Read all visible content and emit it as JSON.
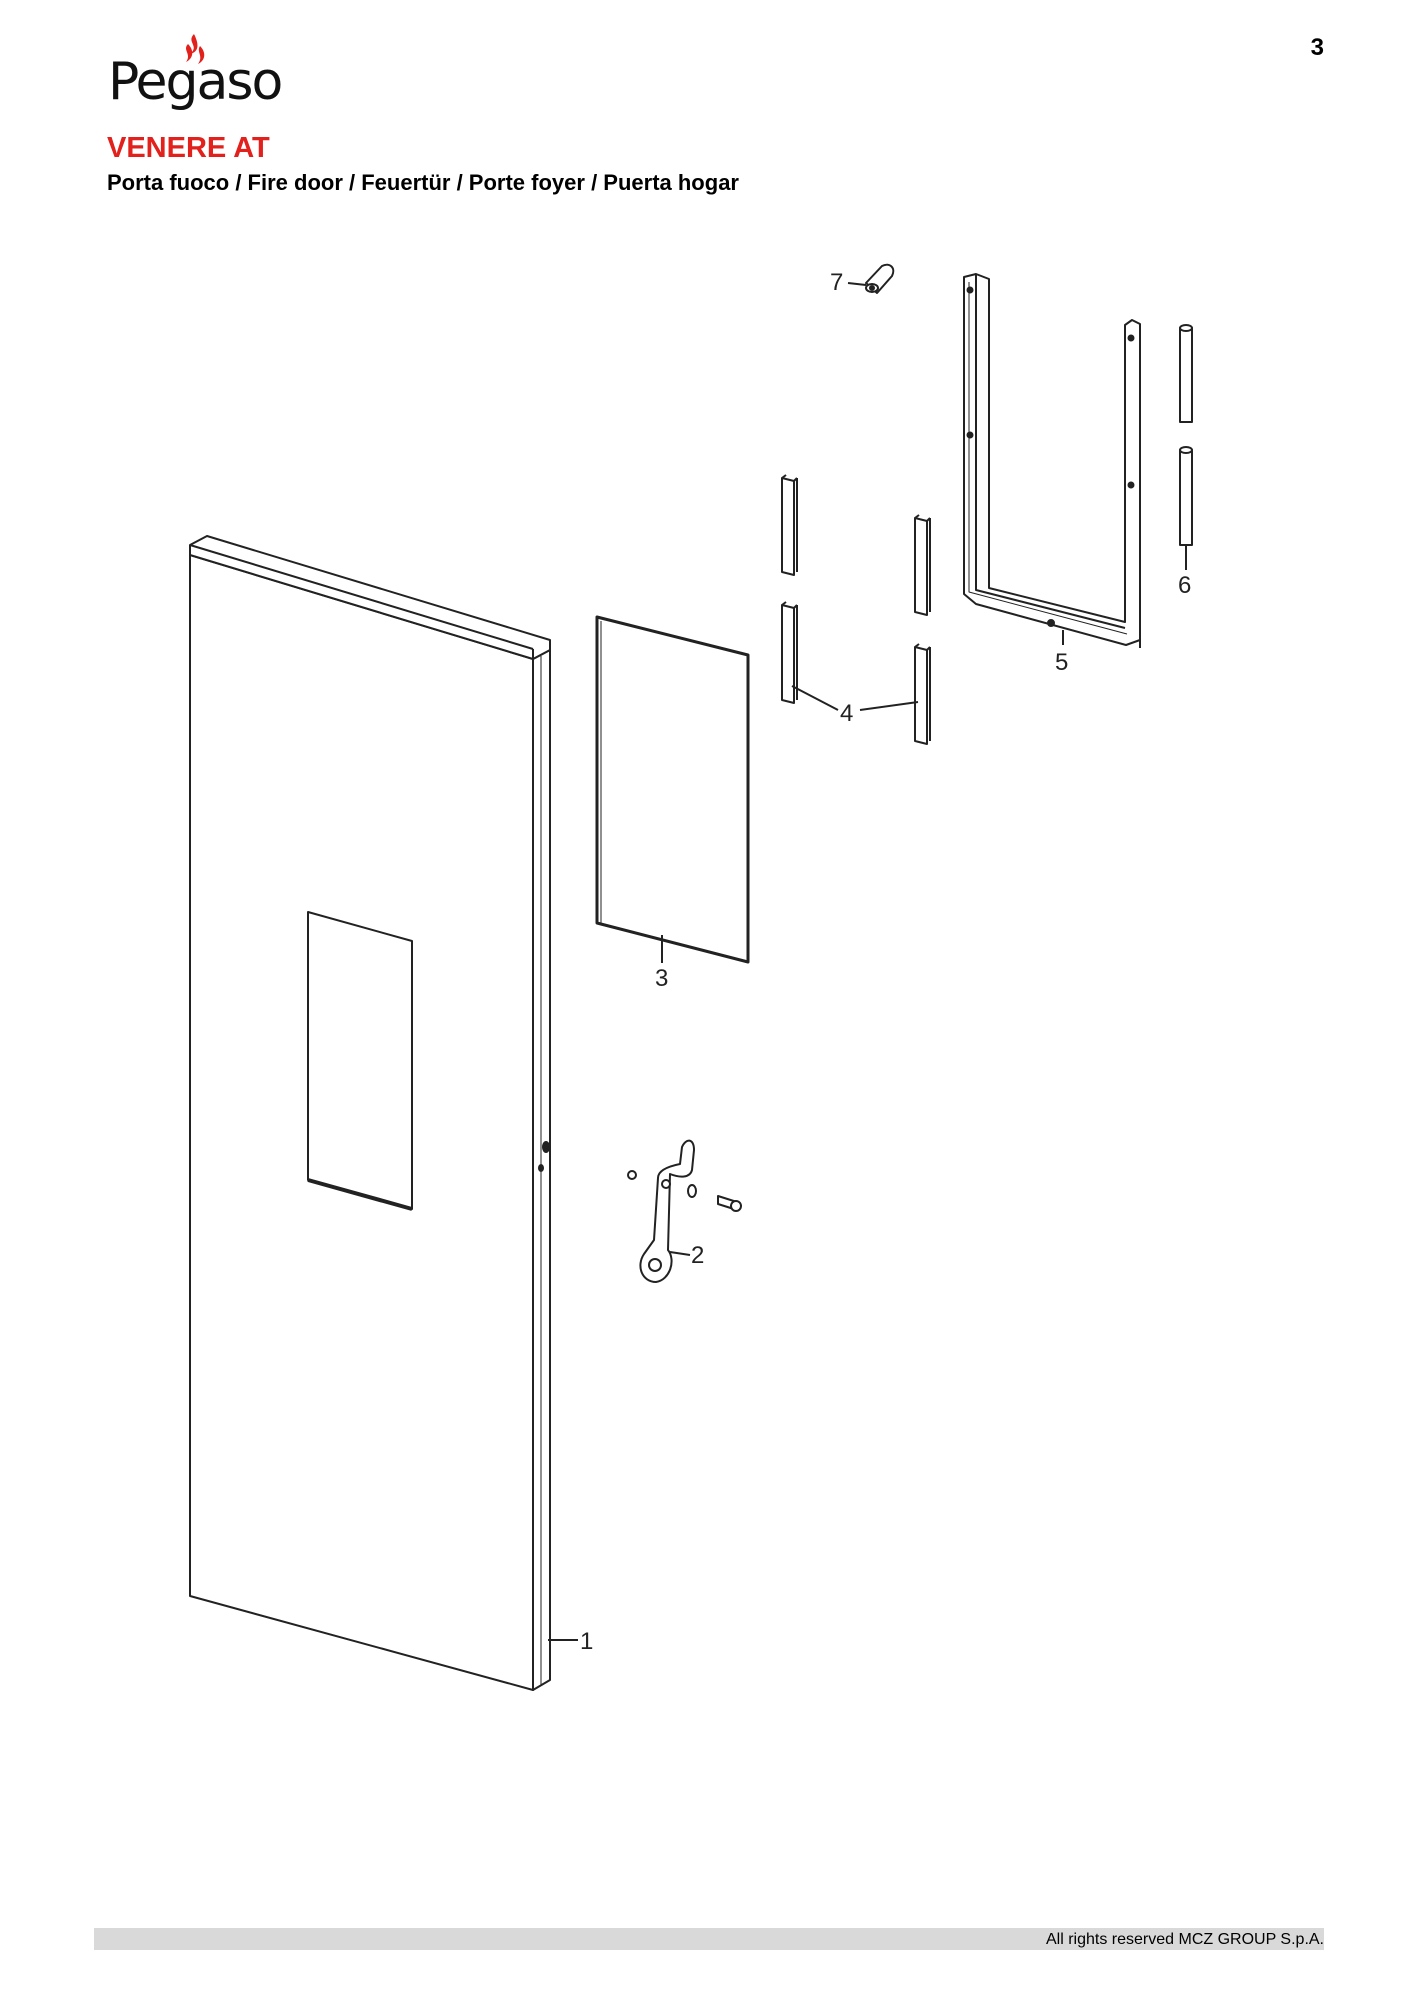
{
  "page_number": "3",
  "brand": {
    "name": "Pegaso",
    "flame_color": "#e2211c"
  },
  "model": "VENERE AT",
  "subtitle": "Porta fuoco / Fire door / Feuertür / Porte foyer / Puerta hogar",
  "callouts": {
    "door": "1",
    "handle": "2",
    "glass": "3",
    "gasket": "4",
    "glass_frame": "5",
    "pin": "6",
    "bushing": "7"
  },
  "footer": "All rights reserved MCZ GROUP S.p.A."
}
